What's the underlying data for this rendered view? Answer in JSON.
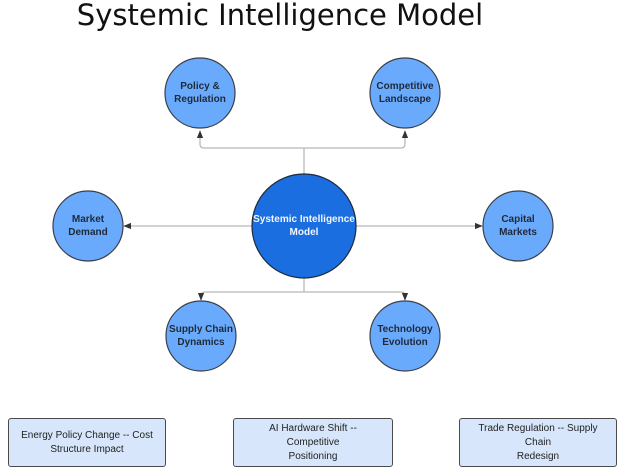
{
  "title": "Systemic Intelligence Model",
  "colors": {
    "center_fill": "#1a6ee0",
    "node_fill": "#6aaafc",
    "node_stroke": "#3a3f4a",
    "connector": "#b8b8b8",
    "arrow": "#333333",
    "box_fill": "#d7e6fb"
  },
  "center_node": {
    "label_line1": "Systemic Intelligence",
    "label_line2": "Model"
  },
  "nodes": [
    {
      "id": "policy",
      "line1": "Policy &",
      "line2": "Regulation"
    },
    {
      "id": "competitive",
      "line1": "Competitive",
      "line2": "Landscape"
    },
    {
      "id": "market",
      "line1": "Market",
      "line2": "Demand"
    },
    {
      "id": "capital",
      "line1": "Capital",
      "line2": "Markets"
    },
    {
      "id": "supply",
      "line1": "Supply Chain",
      "line2": "Dynamics"
    },
    {
      "id": "technology",
      "line1": "Technology",
      "line2": "Evolution"
    }
  ],
  "scenarios": [
    {
      "line1": "Energy Policy Change -- Cost",
      "line2": "Structure Impact"
    },
    {
      "line1": "AI Hardware Shift -- Competitive",
      "line2": "Positioning"
    },
    {
      "line1": "Trade Regulation -- Supply Chain",
      "line2": "Redesign"
    }
  ]
}
